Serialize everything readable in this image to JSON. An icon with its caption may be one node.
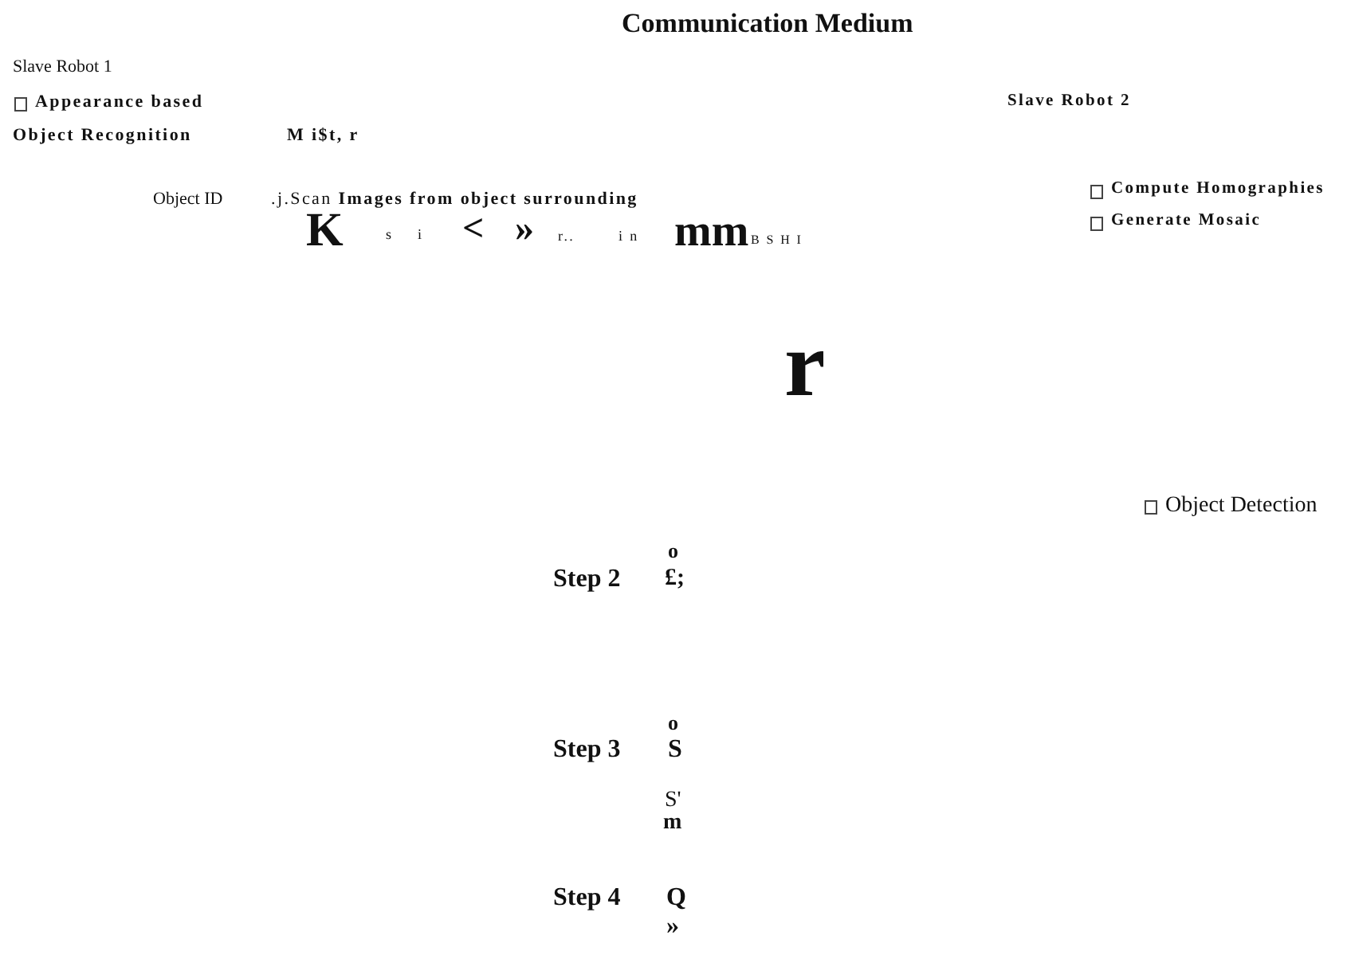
{
  "diagram": {
    "title": "Communication Medium",
    "labels": [
      "Slave Robot 1",
      "Appearance based",
      "Slave Robot 2",
      "Object Recognition",
      "M i$t, r",
      "Object ID",
      ".j.Scan **Images from object surrounding**",
      "Compute Homographies",
      "Generate Mosaic",
      "K",
      "s",
      "i",
      "<",
      "»",
      "r..",
      "i n",
      "mm",
      "B S H I",
      "r",
      "Object Detection",
      "o",
      "Step 2",
      "£;",
      "o",
      "Step 3",
      "S",
      "S'",
      "m",
      "Step 4",
      "Q",
      "»"
    ]
  }
}
